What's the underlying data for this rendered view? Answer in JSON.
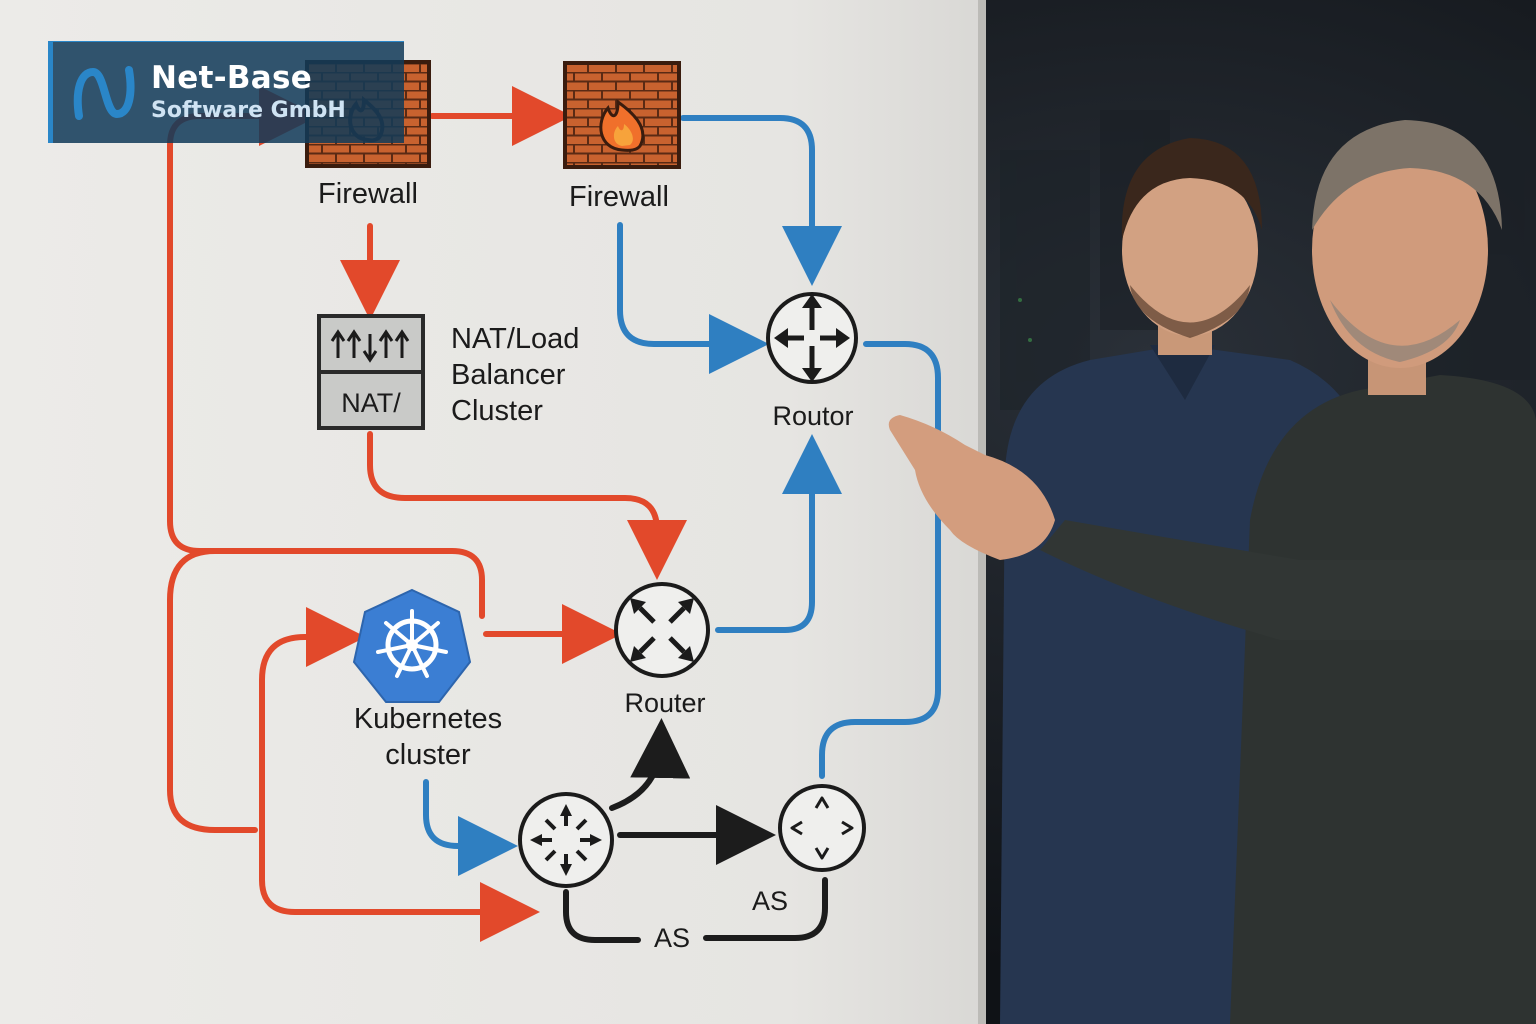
{
  "brand": {
    "name": "Net-Base",
    "subtitle": "Software GmbH",
    "accent_color": "#2a86c8"
  },
  "diagram": {
    "nodes": {
      "firewall_left": {
        "label": "Firewall",
        "icon": "firewall-icon"
      },
      "firewall_right": {
        "label": "Firewall",
        "icon": "firewall-icon"
      },
      "nat_lb": {
        "label_lines": [
          "NAT/Load",
          "Balancer",
          "Cluster"
        ],
        "box_text": "NAT/",
        "icon": "load-balancer-icon"
      },
      "router_top": {
        "label": "Routor",
        "icon": "router-icon"
      },
      "router_mid": {
        "label": "Router",
        "icon": "router-icon"
      },
      "kubernetes": {
        "label_lines": [
          "Kubernetes",
          "cluster"
        ],
        "icon": "kubernetes-icon"
      },
      "router_bottom_left": {
        "icon": "router-icon"
      },
      "router_bottom_right": {
        "icon": "router-icon"
      }
    },
    "edge_labels": {
      "as_left": "AS",
      "as_right": "AS"
    },
    "colors": {
      "red_flow": "#e2492b",
      "blue_flow": "#2f7fc1",
      "black_flow": "#1c1c1c",
      "brick": "#c8622f",
      "k8s_blue": "#3b7ed3"
    }
  }
}
